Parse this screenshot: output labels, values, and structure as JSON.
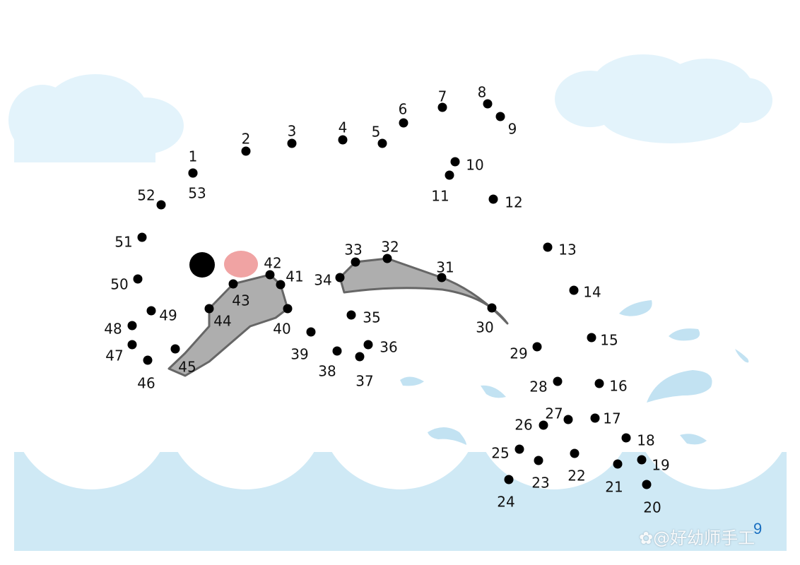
{
  "colors": {
    "sky_cloud": "#e3f3fb",
    "water": "#cfe9f5",
    "splash": "#c2e2f2",
    "dot": "#000000",
    "fin_fill": "#aeaeae",
    "fin_stroke": "#666666",
    "eye": "#000000",
    "cheek": "#f0a3a3",
    "page_number": "#1a6fc0"
  },
  "dots": [
    {
      "n": "1"
    },
    {
      "n": "2"
    },
    {
      "n": "3"
    },
    {
      "n": "4"
    },
    {
      "n": "5"
    },
    {
      "n": "6"
    },
    {
      "n": "7"
    },
    {
      "n": "8"
    },
    {
      "n": "9"
    },
    {
      "n": "10"
    },
    {
      "n": "11"
    },
    {
      "n": "12"
    },
    {
      "n": "13"
    },
    {
      "n": "14"
    },
    {
      "n": "15"
    },
    {
      "n": "16"
    },
    {
      "n": "17"
    },
    {
      "n": "18"
    },
    {
      "n": "19"
    },
    {
      "n": "20"
    },
    {
      "n": "21"
    },
    {
      "n": "22"
    },
    {
      "n": "23"
    },
    {
      "n": "24"
    },
    {
      "n": "25"
    },
    {
      "n": "26"
    },
    {
      "n": "27"
    },
    {
      "n": "28"
    },
    {
      "n": "29"
    },
    {
      "n": "30"
    },
    {
      "n": "31"
    },
    {
      "n": "32"
    },
    {
      "n": "33"
    },
    {
      "n": "34"
    },
    {
      "n": "35"
    },
    {
      "n": "36"
    },
    {
      "n": "37"
    },
    {
      "n": "38"
    },
    {
      "n": "39"
    },
    {
      "n": "40"
    },
    {
      "n": "41"
    },
    {
      "n": "42"
    },
    {
      "n": "43"
    },
    {
      "n": "44"
    },
    {
      "n": "45"
    },
    {
      "n": "46"
    },
    {
      "n": "47"
    },
    {
      "n": "48"
    },
    {
      "n": "49"
    },
    {
      "n": "50"
    },
    {
      "n": "51"
    },
    {
      "n": "52"
    },
    {
      "n": "53"
    }
  ],
  "page_number": "9",
  "watermark": "@好幼师手工",
  "watermark_icon": "paw-icon"
}
